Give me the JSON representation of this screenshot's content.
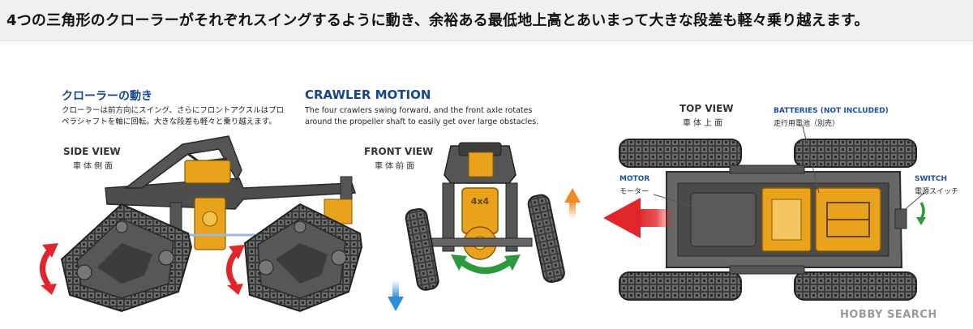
{
  "banner": {
    "text": "4つの三角形のクローラーがそれぞれスイングするように動き、余裕ある最低地上高とあいまって大きな段差も軽々乗り越えます。"
  },
  "heading_jp": "クローラーの動き",
  "heading_en": "CRAWLER MOTION",
  "description_jp": [
    "クローラーは前方向にスイング、さらにフロントアクスルはプロ",
    "ペラシャフトを軸に回転。大きな段差も軽々と乗り越えます。"
  ],
  "description_en": [
    "The four crawlers swing forward, and the front axle rotates",
    "around the propeller shaft to easily get over large obstacles."
  ],
  "side_view": {
    "title": "SIDE VIEW",
    "subtitle": "車体側面"
  },
  "front_view": {
    "title": "FRONT VIEW",
    "subtitle": "車体前面"
  },
  "top_view": {
    "title": "TOP VIEW",
    "subtitle": "車体上面"
  },
  "callouts": {
    "batteries_en": "BATTERIES (NOT INCLUDED)",
    "batteries_jp": "走行用電池（別売）",
    "motor_en": "MOTOR",
    "motor_jp": "モーター",
    "switch_en": "SWITCH",
    "switch_jp": "電源スイッチ"
  },
  "gearbox_label": "4x4",
  "watermark": "HOBBY SEARCH",
  "colors": {
    "heading_blue": "#16458f",
    "chassis_gray": "#5a5a5a",
    "track_dark": "#3a3a3a",
    "gear_orange": "#e8a21c",
    "arrow_red": "#e0262a",
    "arrow_green": "#2a9a3c",
    "arrow_blue": "#2b8fd8",
    "arrow_orange": "#f08a24"
  }
}
